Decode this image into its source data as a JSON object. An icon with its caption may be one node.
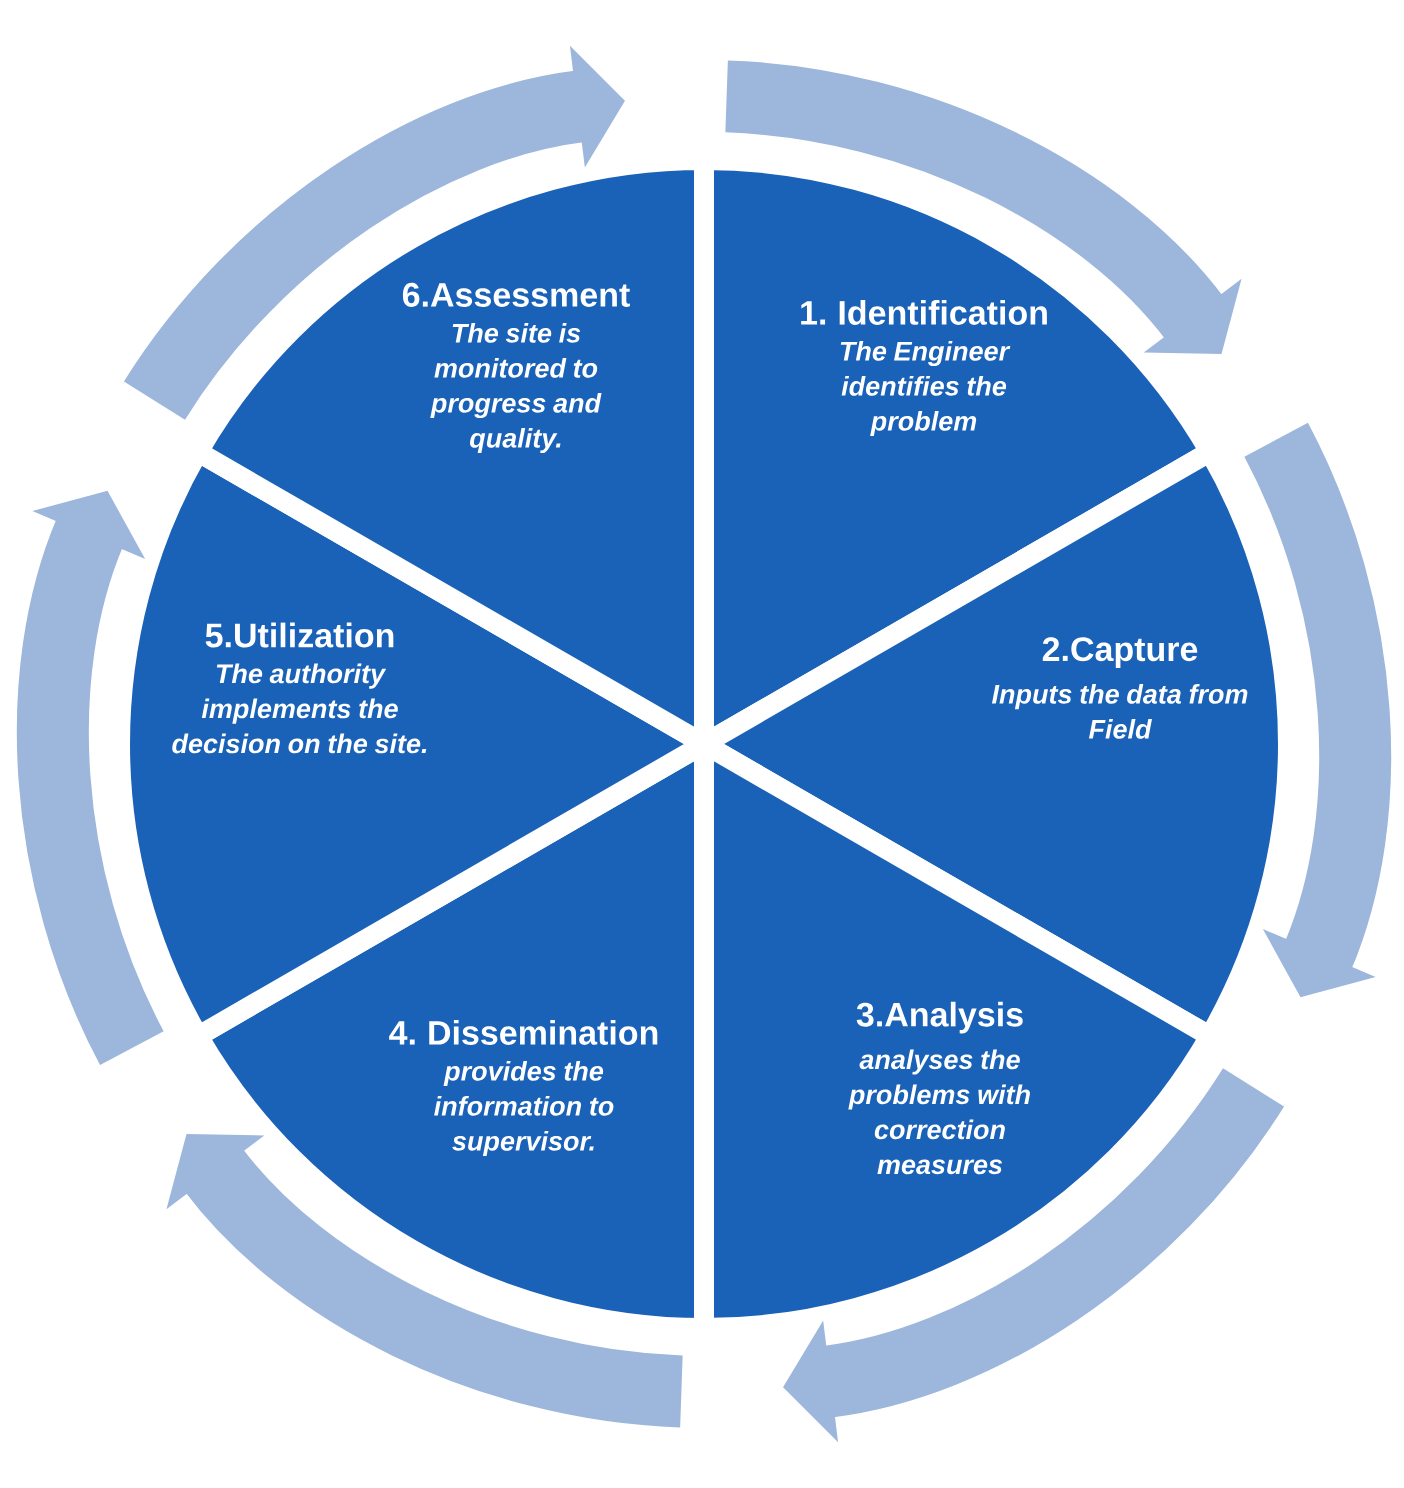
{
  "diagram": {
    "nodes": [
      {
        "text": [
          "1. Identification",
          "The Engineer identifies the problem"
        ]
      },
      {
        "text": [
          "2.Capture",
          "Inputs the data from Field"
        ]
      },
      {
        "text": [
          "3.Analysis",
          "analyses the problems with correction measures"
        ]
      },
      {
        "text": [
          "4. Dissemination",
          "provides the information to supervisor."
        ]
      },
      {
        "text": [
          "5.Utilization",
          "The authority implements the decision on the site."
        ]
      },
      {
        "text": [
          "6.Assessment",
          "The site is monitored to progress and quality."
        ]
      }
    ]
  }
}
